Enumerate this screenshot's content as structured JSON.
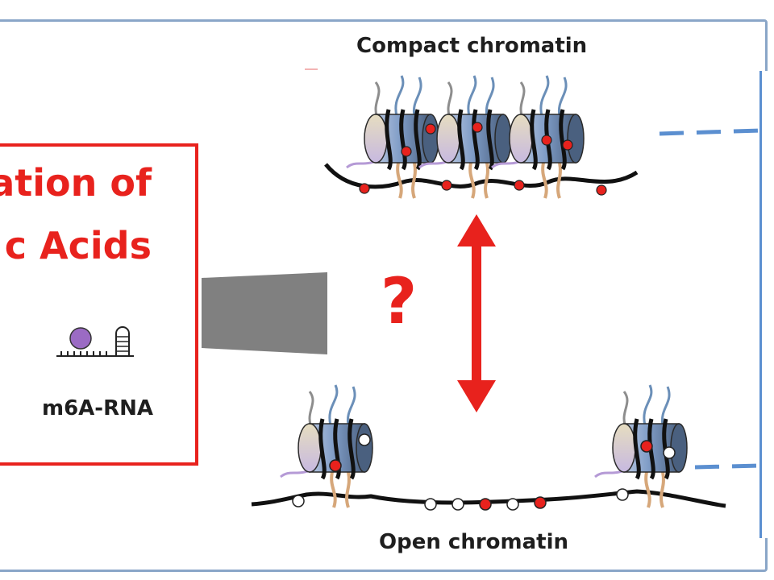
{
  "labels": {
    "compact": "Compact chromatin",
    "open": "Open chromatin",
    "question": "?",
    "title_line1": "ation of",
    "title_line2": "c Acids",
    "rna": "m6A-RNA"
  },
  "colors": {
    "accent_red": "#e8221d",
    "frame_blue": "#8aa6c8",
    "dash_blue": "#5b8fd0",
    "connector_gray": "#808080",
    "rna_purple": "#9b6bc4"
  },
  "icons": [
    "m6a-rna-icon",
    "nucleosome-icon",
    "double-arrow-icon"
  ]
}
